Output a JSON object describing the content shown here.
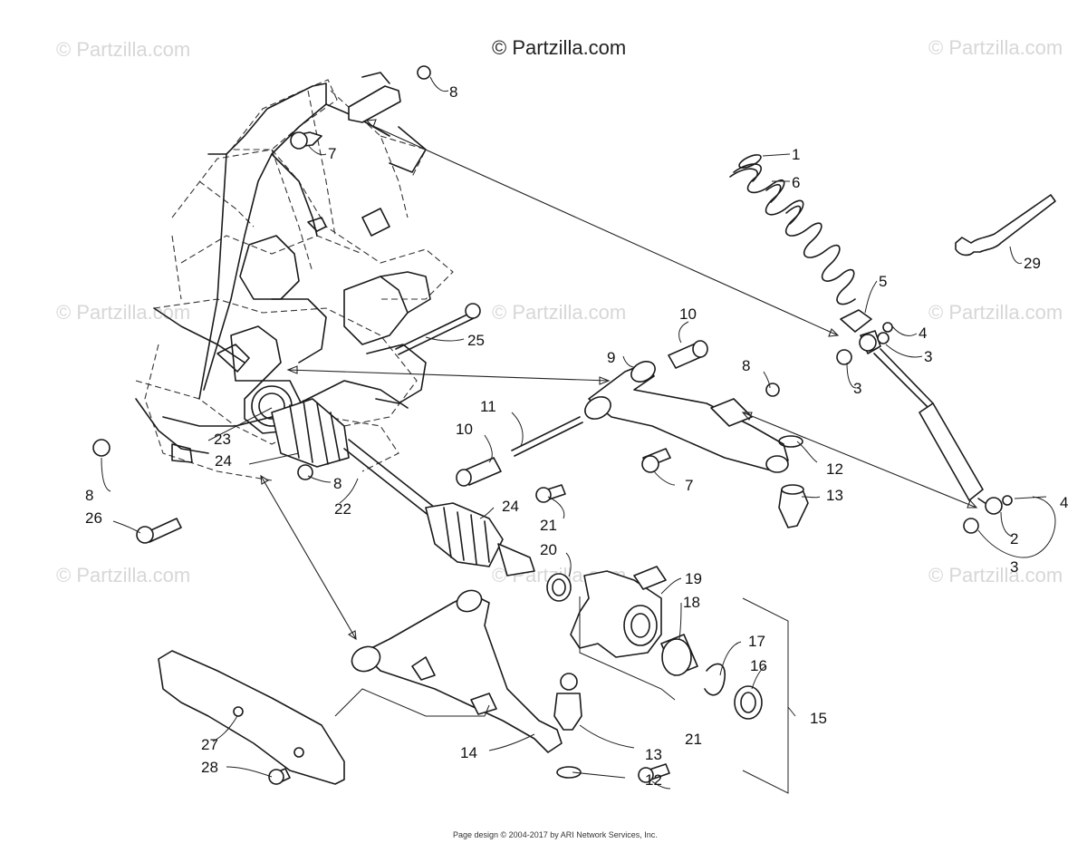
{
  "watermark": {
    "top_text": "© Partzilla.com",
    "repeat_text": "© Partzilla.com"
  },
  "footer": "Page design © 2004-2017 by ARI Network Services, Inc.",
  "callouts": [
    {
      "id": "c1",
      "label": "1"
    },
    {
      "id": "c6",
      "label": "6"
    },
    {
      "id": "c29",
      "label": "29"
    },
    {
      "id": "c5",
      "label": "5"
    },
    {
      "id": "c4a",
      "label": "4"
    },
    {
      "id": "c3a",
      "label": "3"
    },
    {
      "id": "c3b",
      "label": "3"
    },
    {
      "id": "c8a",
      "label": "8"
    },
    {
      "id": "c7a",
      "label": "7"
    },
    {
      "id": "c10a",
      "label": "10"
    },
    {
      "id": "c25",
      "label": "25"
    },
    {
      "id": "c9",
      "label": "9"
    },
    {
      "id": "c8b",
      "label": "8"
    },
    {
      "id": "c11",
      "label": "11"
    },
    {
      "id": "c10b",
      "label": "10"
    },
    {
      "id": "c23",
      "label": "23"
    },
    {
      "id": "c24a",
      "label": "24"
    },
    {
      "id": "c8c",
      "label": "8"
    },
    {
      "id": "c8d",
      "label": "8"
    },
    {
      "id": "c22",
      "label": "22"
    },
    {
      "id": "c26",
      "label": "26"
    },
    {
      "id": "c7b",
      "label": "7"
    },
    {
      "id": "c12a",
      "label": "12"
    },
    {
      "id": "c13a",
      "label": "13"
    },
    {
      "id": "c4b",
      "label": "4"
    },
    {
      "id": "c2",
      "label": "2"
    },
    {
      "id": "c3c",
      "label": "3"
    },
    {
      "id": "c24b",
      "label": "24"
    },
    {
      "id": "c21a",
      "label": "21"
    },
    {
      "id": "c20",
      "label": "20"
    },
    {
      "id": "c19",
      "label": "19"
    },
    {
      "id": "c18",
      "label": "18"
    },
    {
      "id": "c17",
      "label": "17"
    },
    {
      "id": "c16",
      "label": "16"
    },
    {
      "id": "c15",
      "label": "15"
    },
    {
      "id": "c21b",
      "label": "21"
    },
    {
      "id": "c13b",
      "label": "13"
    },
    {
      "id": "c14",
      "label": "14"
    },
    {
      "id": "c12b",
      "label": "12"
    },
    {
      "id": "c27",
      "label": "27"
    },
    {
      "id": "c28",
      "label": "28"
    }
  ]
}
